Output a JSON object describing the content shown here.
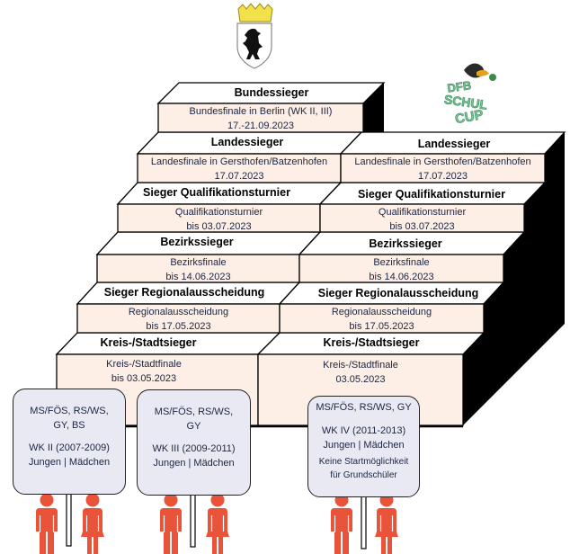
{
  "colors": {
    "step_front": "#fdeee6",
    "step_top": "#ffffff",
    "side": "#000000",
    "sign": "#e8e9f3",
    "person": "#e8533a",
    "text": "#1c2541"
  },
  "logos": {
    "berlin": "Berlin coat of arms",
    "dfb": "DFB SCHUL CUP"
  },
  "left": [
    {
      "title": "Bundessieger",
      "line1": "Bundesfinale in Berlin (WK II, III)",
      "line2": "17.-21.09.2023"
    },
    {
      "title": "Landessieger",
      "line1": "Landesfinale in Gersthofen/Batzenhofen",
      "line2": "17.07.2023"
    },
    {
      "title": "Sieger Qualifikationsturnier",
      "line1": "Qualifikationsturnier",
      "line2": "bis 03.07.2023"
    },
    {
      "title": "Bezirkssieger",
      "line1": "Bezirksfinale",
      "line2": "bis 14.06.2023"
    },
    {
      "title": "Sieger Regionalausscheidung",
      "line1": "Regionalausscheidung",
      "line2": "bis 17.05.2023"
    },
    {
      "title": "Kreis-/Stadtsieger",
      "line1": "Kreis-/Stadtfinale",
      "line2": "bis 03.05.2023"
    }
  ],
  "right": [
    {
      "title": "Landessieger",
      "line1": "Landesfinale in Gersthofen/Batzenhofen",
      "line2": "17.07.2023"
    },
    {
      "title": "Sieger Qualifikationsturnier",
      "line1": "Qualifikationsturnier",
      "line2": "bis 03.07.2023"
    },
    {
      "title": "Bezirkssieger",
      "line1": "Bezirksfinale",
      "line2": "bis 14.06.2023"
    },
    {
      "title": "Sieger Regionalausscheidung",
      "line1": "Regionalausscheidung",
      "line2": "bis 17.05.2023"
    },
    {
      "title": "Kreis-/Stadtsieger",
      "line1": "Kreis-/Stadtfinale",
      "line2": "03.05.2023"
    }
  ],
  "signs": [
    {
      "schools_1": "MS/FÖS, RS/WS,",
      "schools_2": "GY, BS",
      "class": "WK II (2007-2009)",
      "gender": "Jungen | Mädchen"
    },
    {
      "schools_1": "MS/FÖS, RS/WS,",
      "schools_2": "GY",
      "class": "WK III (2009-2011)",
      "gender": "Jungen | Mädchen"
    },
    {
      "schools_1": "MS/FÖS, RS/WS, GY",
      "class": "WK IV (2011-2013)",
      "gender": "Jungen | Mädchen",
      "note_1": "Keine Startmöglichkeit",
      "note_2": "für Grundschüler"
    }
  ]
}
